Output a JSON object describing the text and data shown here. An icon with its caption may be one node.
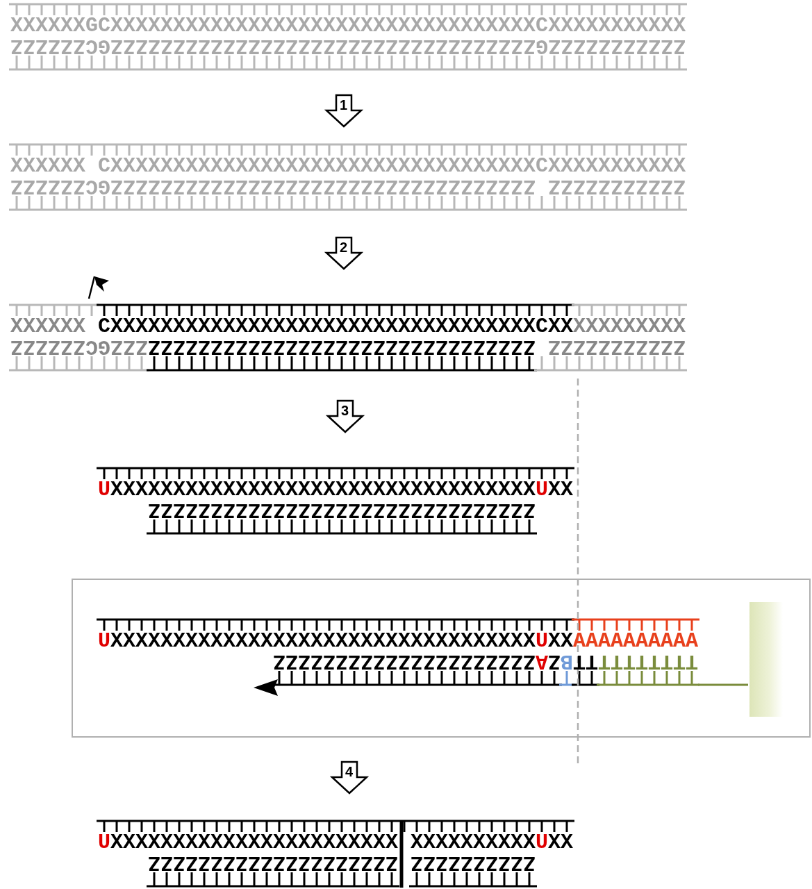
{
  "diagram": {
    "nodes": [
      {
        "text": [
          "U",
          "XXXXXXXXXXXXXXXXXXXXXXXXXXXXXXXXXX",
          "U",
          "XX",
          "AAAAAAAAAA",
          "ZZZZZZZZZZZZZZZZZZZZZ",
          "A",
          "Z",
          "B",
          "TT",
          "TTTTTTTT"
        ]
      },
      {
        "text": [],
        "shape": "bar",
        "in": 0
      }
    ],
    "labels": [
      "XXXXXXGCXXXXXXXXXXXXXXXXXXXXXXXXXXXXXXXXXXCXXXXXXXXXXX",
      "ZZZZZZZZZZZGZZZZZZZZZZZZZZZZZZZZZZZZZZZZZZZZZZGCZZZZZZ",
      "1",
      "XXXXXX",
      "CXXXXXXXXXXXXXXXXXXXXXXXXXXXXXXXXXXCXXXXXXXXXXX",
      "ZZZZZZZZZZZZZZZZZZZZZZZZZZZZZZZZZZGCZZZZZZ",
      "ZZZZZZZZZZZ",
      "2",
      "XXXXXX",
      "CXXXXXXXXXXXXXXXXXXXXXXXXXXXXXXXXXXCXX",
      "XXXXXXXXX",
      "ZZZGCZZZZZZ",
      "ZZZZZZZZZZZZZZZZZZZZZZZZZZZZZZZ",
      "ZZZZZZZZZZZ",
      "3",
      "U",
      "XXXXXXXXXXXXXXXXXXXXXXXXXXXXXXXXXX",
      "U",
      "XX",
      "ZZZZZZZZZZZZZZZZZZZZZZZZZZZZZZZ",
      "4",
      "U",
      "XXXXXXXXXXXXXXXXXXXXXXX",
      "XXXXXXXXXX",
      "U",
      "XX",
      "ZZZZZZZZZZZZZZZZZZZZ",
      "ZZZZZZZZZZ"
    ]
  }
}
